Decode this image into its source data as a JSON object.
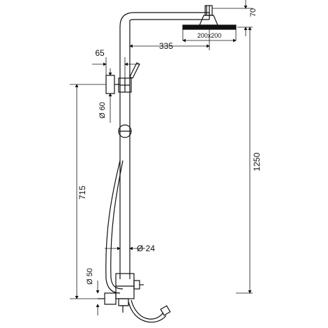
{
  "dimensions": {
    "head_offset": "70",
    "head_size": "200x200",
    "arm_length": "335",
    "wall_offset": "65",
    "flange_top": "Ø 60",
    "total_height": "1250",
    "handshower_height": "715",
    "pipe_diameter": "Ø 24",
    "flange_bottom": "Ø 50"
  },
  "colors": {
    "line": "#111111",
    "background": "#ffffff"
  }
}
